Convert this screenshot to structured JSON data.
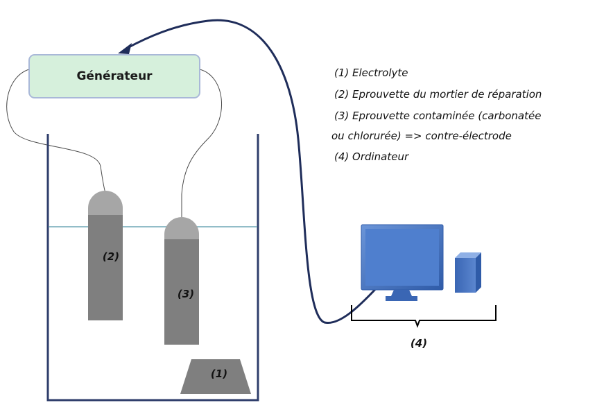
{
  "generator": {
    "label": "Générateur"
  },
  "samples": {
    "electrolyte_label": "(1)",
    "repair_label": "(2)",
    "contaminated_label": "(3)",
    "computer_label": "(4)"
  },
  "legend": {
    "line1": "(1) Electrolyte",
    "line2": "(2) Eprouvette du mortier de réparation",
    "line3": "(3) Eprouvette contaminée (carbonatée",
    "line4": "ou chlorurée) => contre-électrode",
    "line5": "(4)  Ordinateur"
  },
  "colors": {
    "generator_fill": "#d6f0dc",
    "sample_body": "#7f7f7f",
    "sample_cap": "#a6a6a6",
    "container_line": "#2f3e6b",
    "electrolyte_line": "#6fa7b5",
    "computer_blue": "#4472c4",
    "cable": "#1f2d5a"
  }
}
